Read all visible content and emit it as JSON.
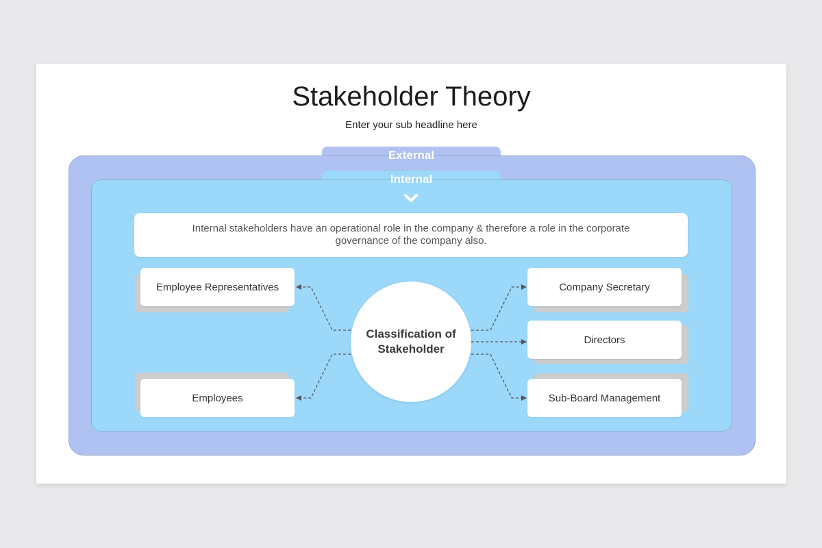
{
  "slide": {
    "title": "Stakeholder Theory",
    "subtitle": "Enter your sub headline here"
  },
  "groups": {
    "external_label": "External",
    "internal_label": "Internal"
  },
  "description": "Internal stakeholders have an operational role in the company & therefore a role in the corporate governance of the company also.",
  "center": {
    "label": "Classification of Stakeholder"
  },
  "nodes": {
    "employee_representatives": "Employee Representatives",
    "employees": "Employees",
    "company_secretary": "Company Secretary",
    "directors": "Directors",
    "sub_board_management": "Sub-Board Management"
  },
  "colors": {
    "external": "#afc2f2",
    "internal": "#9bd8fa",
    "card": "#ffffff",
    "card_shadow": "#cccccc",
    "connector": "#555555"
  }
}
